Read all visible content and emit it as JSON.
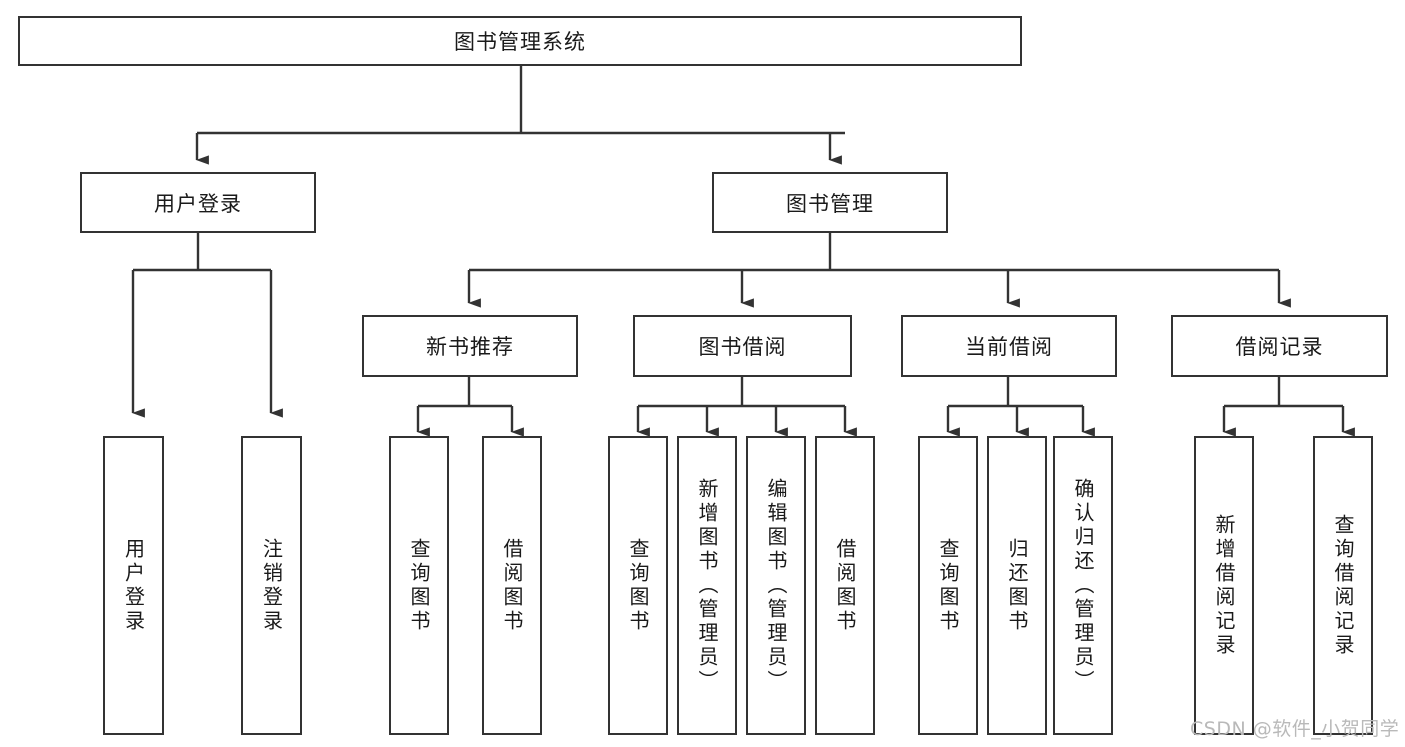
{
  "diagram": {
    "title": "图书管理系统",
    "type": "tree",
    "orientation": "top-down",
    "colors": {
      "stroke": "#333333",
      "fill": "#ffffff",
      "text": "#1a1a1a",
      "watermark": "#b9b9b9"
    },
    "nodes": {
      "root": {
        "label": "图书管理系统",
        "level": 0
      },
      "l1": [
        {
          "id": "user-login",
          "label": "用户登录",
          "level": 1
        },
        {
          "id": "book-manage",
          "label": "图书管理",
          "level": 1
        }
      ],
      "l2": [
        {
          "id": "new-book-recommend",
          "label": "新书推荐",
          "level": 2,
          "parent": "book-manage"
        },
        {
          "id": "book-borrow",
          "label": "图书借阅",
          "level": 2,
          "parent": "book-manage"
        },
        {
          "id": "current-borrow",
          "label": "当前借阅",
          "level": 2,
          "parent": "book-manage"
        },
        {
          "id": "borrow-record",
          "label": "借阅记录",
          "level": 2,
          "parent": "book-manage"
        }
      ],
      "leaves": [
        {
          "id": "leaf-user-login",
          "label": "用户登录",
          "parent": "user-login"
        },
        {
          "id": "leaf-user-logout",
          "label": "注销登录",
          "parent": "user-login"
        },
        {
          "id": "leaf-query-book-1",
          "label": "查询图书",
          "parent": "new-book-recommend"
        },
        {
          "id": "leaf-borrow-book-1",
          "label": "借阅图书",
          "parent": "new-book-recommend"
        },
        {
          "id": "leaf-query-book-2",
          "label": "查询图书",
          "parent": "book-borrow"
        },
        {
          "id": "leaf-add-book",
          "label": "新增图书（管理员）",
          "parent": "book-borrow"
        },
        {
          "id": "leaf-edit-book",
          "label": "编辑图书（管理员）",
          "parent": "book-borrow"
        },
        {
          "id": "leaf-borrow-book-2",
          "label": "借阅图书",
          "parent": "book-borrow"
        },
        {
          "id": "leaf-query-book-3",
          "label": "查询图书",
          "parent": "current-borrow"
        },
        {
          "id": "leaf-return-book",
          "label": "归还图书",
          "parent": "current-borrow"
        },
        {
          "id": "leaf-confirm-return",
          "label": "确认归还（管理员）",
          "parent": "current-borrow"
        },
        {
          "id": "leaf-add-record",
          "label": "新增借阅记录",
          "parent": "borrow-record"
        },
        {
          "id": "leaf-query-record",
          "label": "查询借阅记录",
          "parent": "borrow-record"
        }
      ]
    }
  },
  "watermark": {
    "text": "CSDN @软件_小贺同学"
  }
}
